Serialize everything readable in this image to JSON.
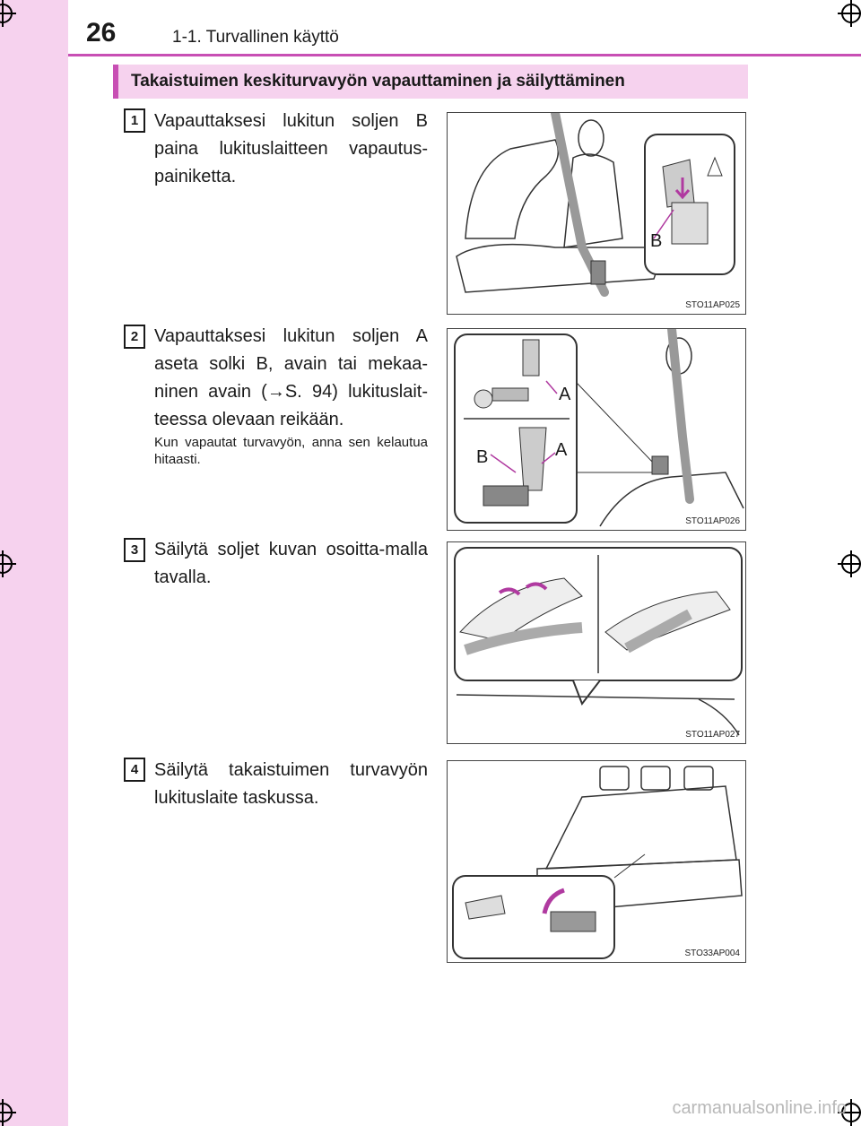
{
  "header": {
    "page_number": "26",
    "chapter": "1-1. Turvallinen käyttö"
  },
  "section": {
    "title": "Takaistuimen keskiturvavyön vapauttaminen ja säilyttäminen"
  },
  "steps": [
    {
      "number": "1",
      "text": "Vapauttaksesi lukitun soljen B paina lukituslaitteen vapautus-painiketta."
    },
    {
      "number": "2",
      "text": "Vapauttaksesi lukitun soljen A aseta solki B, avain tai mekaa-ninen avain (→S. 94) lukituslait-teessa olevaan reikään.",
      "note": "Kun vapautat turvavyön, anna sen kelautua hitaasti."
    },
    {
      "number": "3",
      "text": "Säilytä soljet kuvan osoitta-malla tavalla."
    },
    {
      "number": "4",
      "text": "Säilytä takaistuimen turvavyön lukituslaite taskussa."
    }
  ],
  "figures": [
    {
      "code": "STO11AP025",
      "labels": {
        "b": "B"
      }
    },
    {
      "code": "STO11AP026",
      "labels": {
        "a1": "A",
        "a2": "A",
        "b": "B"
      }
    },
    {
      "code": "STO11AP027"
    },
    {
      "code": "STO33AP004"
    }
  ],
  "footer": {
    "watermark": "carmanualsonline.info"
  },
  "colors": {
    "accent": "#c84fb4",
    "band": "#f6d2ee",
    "arrow": "#b03aa0"
  }
}
